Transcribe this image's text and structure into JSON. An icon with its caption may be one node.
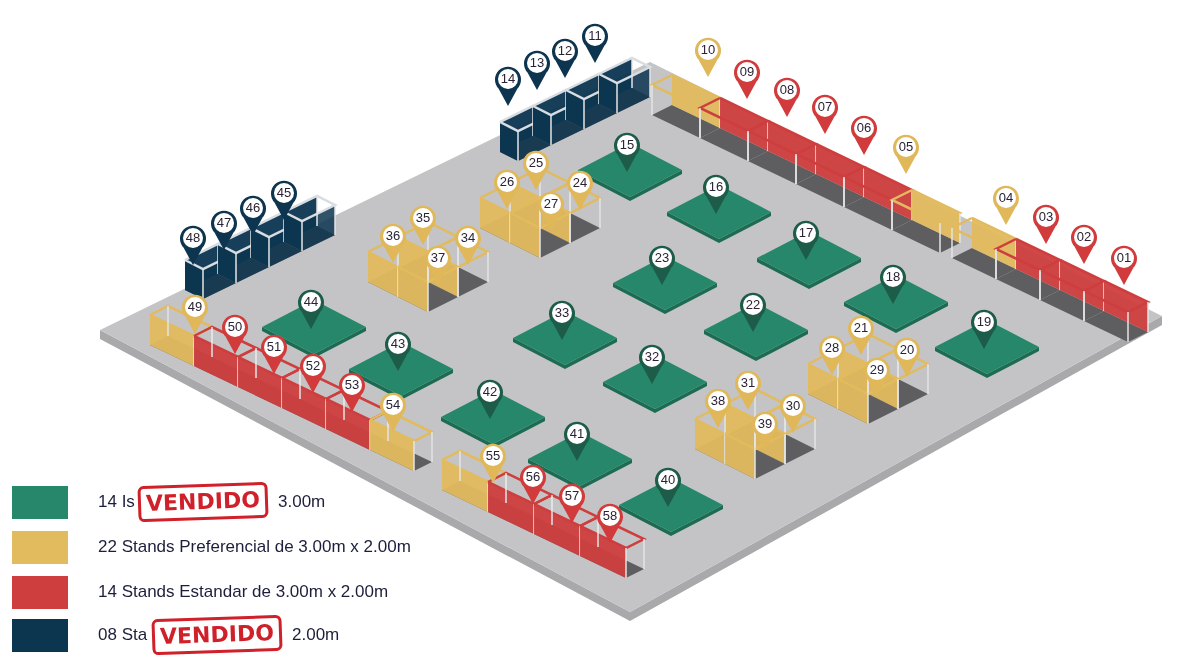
{
  "diagram": {
    "nodes": [
      {
        "text": [
          "01"
        ]
      },
      {
        "text": [
          "02"
        ]
      },
      {
        "text": [
          "03"
        ]
      },
      {
        "text": [
          "04"
        ]
      },
      {
        "text": [
          "05"
        ]
      },
      {
        "text": [
          "06"
        ]
      },
      {
        "text": [
          "07"
        ]
      },
      {
        "text": [
          "08"
        ]
      },
      {
        "text": [
          "09"
        ]
      },
      {
        "text": [
          "10"
        ]
      },
      {
        "text": [
          "11"
        ]
      },
      {
        "text": [
          "12"
        ]
      },
      {
        "text": [
          "13"
        ]
      },
      {
        "text": [
          "14"
        ]
      },
      {
        "text": [
          "15"
        ]
      },
      {
        "text": [
          "16"
        ]
      },
      {
        "text": [
          "17"
        ]
      },
      {
        "text": [
          "18"
        ]
      },
      {
        "text": [
          "19"
        ]
      },
      {
        "text": [
          "20"
        ]
      },
      {
        "text": [
          "21"
        ]
      },
      {
        "text": [
          "22"
        ]
      },
      {
        "text": [
          "23"
        ]
      },
      {
        "text": [
          "24"
        ]
      },
      {
        "text": [
          "25"
        ]
      },
      {
        "text": [
          "26"
        ]
      },
      {
        "text": [
          "27"
        ]
      },
      {
        "text": [
          "28"
        ]
      },
      {
        "text": [
          "29"
        ]
      },
      {
        "text": [
          "30"
        ]
      },
      {
        "text": [
          "31"
        ]
      },
      {
        "text": [
          "32"
        ]
      },
      {
        "text": [
          "33"
        ]
      },
      {
        "text": [
          "34"
        ]
      },
      {
        "text": [
          "35"
        ]
      },
      {
        "text": [
          "36"
        ]
      },
      {
        "text": [
          "37"
        ]
      },
      {
        "text": [
          "38"
        ]
      },
      {
        "text": [
          "39"
        ]
      },
      {
        "text": [
          "40"
        ]
      },
      {
        "text": [
          "41"
        ]
      },
      {
        "text": [
          "42"
        ]
      },
      {
        "text": [
          "43"
        ]
      },
      {
        "text": [
          "44"
        ]
      },
      {
        "text": [
          "45"
        ]
      },
      {
        "text": [
          "46"
        ]
      },
      {
        "text": [
          "47"
        ]
      },
      {
        "text": [
          "48"
        ]
      },
      {
        "text": [
          "49"
        ]
      },
      {
        "text": [
          "50"
        ]
      },
      {
        "text": [
          "51"
        ]
      },
      {
        "text": [
          "52"
        ]
      },
      {
        "text": [
          "53"
        ]
      },
      {
        "text": [
          "54"
        ]
      },
      {
        "text": [
          "55"
        ]
      },
      {
        "text": [
          "56"
        ]
      },
      {
        "text": [
          "57"
        ]
      },
      {
        "text": [
          "58"
        ]
      }
    ],
    "labels": [
      "VENDIDO",
      "3.00m",
      "VENDIDO",
      "2.00m"
    ],
    "legend": [
      {
        "text": "14 Is",
        "color": "#26876a"
      },
      {
        "text": "22 Stands Preferencial de 3.00m x 2.00m",
        "color": "#e2bb5e"
      },
      {
        "text": "14 Stands Estandar de 3.00m x 2.00m",
        "color": "#cf3e3e"
      },
      {
        "text": "08 Sta",
        "color": "#0c3550"
      }
    ]
  }
}
